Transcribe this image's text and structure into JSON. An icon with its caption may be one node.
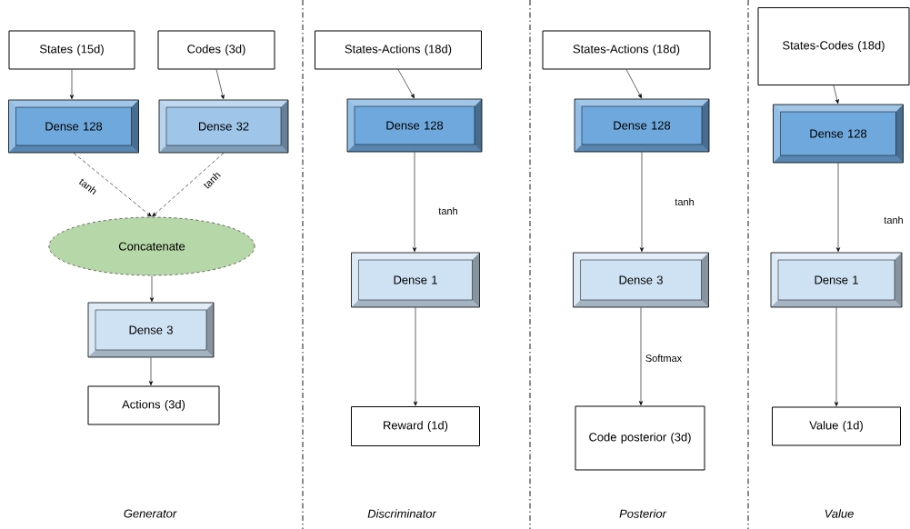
{
  "diagram": {
    "nodes": [
      {
        "text": [
          "States (15d)"
        ]
      },
      {
        "text": [
          "Codes (3d)"
        ]
      },
      {
        "text": [
          "Dense 128"
        ]
      },
      {
        "text": [
          "Dense 32"
        ]
      },
      {
        "text": [
          "Concatenate"
        ]
      },
      {
        "text": [
          "Dense 3"
        ]
      },
      {
        "text": [
          "Actions (3d)"
        ]
      },
      {
        "text": [
          "States-Actions (18d)"
        ]
      },
      {
        "text": [
          "Dense 128"
        ]
      },
      {
        "text": [
          "Dense 1"
        ]
      },
      {
        "text": [
          "Reward (1d)"
        ]
      },
      {
        "text": [
          "States-Actions (18d)"
        ]
      },
      {
        "text": [
          "Dense 128"
        ]
      },
      {
        "text": [
          "Dense 3"
        ]
      },
      {
        "text": [
          "Code posterior (3d)"
        ]
      },
      {
        "text": [
          "States-Codes (18d)"
        ]
      },
      {
        "text": [
          "Dense 128"
        ]
      },
      {
        "text": [
          "Dense 1"
        ]
      },
      {
        "text": [
          "Value (1d)"
        ]
      }
    ],
    "edges": [
      {
        "from": 0,
        "to": 2,
        "arrow": "to"
      },
      {
        "from": 1,
        "to": 3,
        "arrow": "to"
      },
      {
        "from": 2,
        "to": 4,
        "arrow": "to",
        "style": "dashed",
        "label": "tanh"
      },
      {
        "from": 3,
        "to": 4,
        "arrow": "to",
        "style": "dashed",
        "label": "tanh"
      },
      {
        "from": 4,
        "to": 5,
        "arrow": "to"
      },
      {
        "from": 5,
        "to": 6,
        "arrow": "to"
      },
      {
        "from": 7,
        "to": 8,
        "arrow": "to"
      },
      {
        "from": 8,
        "to": 9,
        "arrow": "to",
        "label": "tanh"
      },
      {
        "from": 9,
        "to": 10,
        "arrow": "to"
      },
      {
        "from": 11,
        "to": 12,
        "arrow": "to"
      },
      {
        "from": 12,
        "to": 13,
        "arrow": "to",
        "label": "tanh"
      },
      {
        "from": 13,
        "to": 14,
        "arrow": "to",
        "label": "Softmax"
      },
      {
        "from": 15,
        "to": 16,
        "arrow": "to"
      },
      {
        "from": 16,
        "to": 17,
        "arrow": "to",
        "label": "tanh"
      },
      {
        "from": 17,
        "to": 18,
        "arrow": "to"
      }
    ],
    "labels": [
      "Generator",
      "Discriminator",
      "Posterior",
      "Value"
    ]
  }
}
